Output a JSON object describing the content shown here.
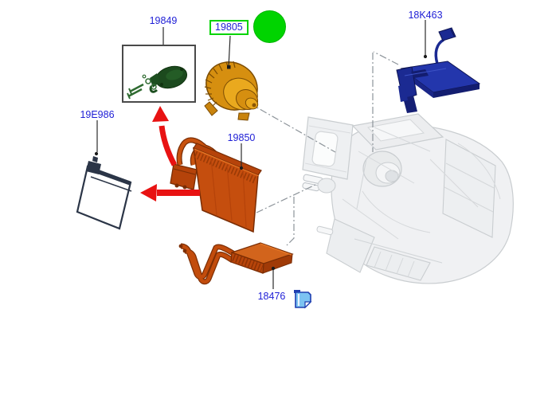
{
  "diagram": {
    "type": "parts-exploded-diagram",
    "callouts": {
      "expansion_valve_kit": {
        "label": "19849"
      },
      "blower_motor": {
        "label": "19805",
        "highlighted": true
      },
      "blower_resistor": {
        "label": "18K463"
      },
      "cabin_air_filter": {
        "label": "19E986"
      },
      "evaporator_core": {
        "label": "19850"
      },
      "heater_core": {
        "label": "18476"
      }
    },
    "icons": {
      "note_icon": "note-icon",
      "highlight_marker": "green-circle-marker"
    },
    "colors": {
      "callout_text": "#1e1ed6",
      "highlight_green": "#00d400",
      "arrow_red": "#e81212",
      "part_orange": "#c54e0e",
      "blower_amber": "#e09a16",
      "module_navy": "#2336ac",
      "valve_green": "#1c4a1e",
      "filter_navy": "#2b3547",
      "ghost_gray": "#c7cbce"
    }
  }
}
